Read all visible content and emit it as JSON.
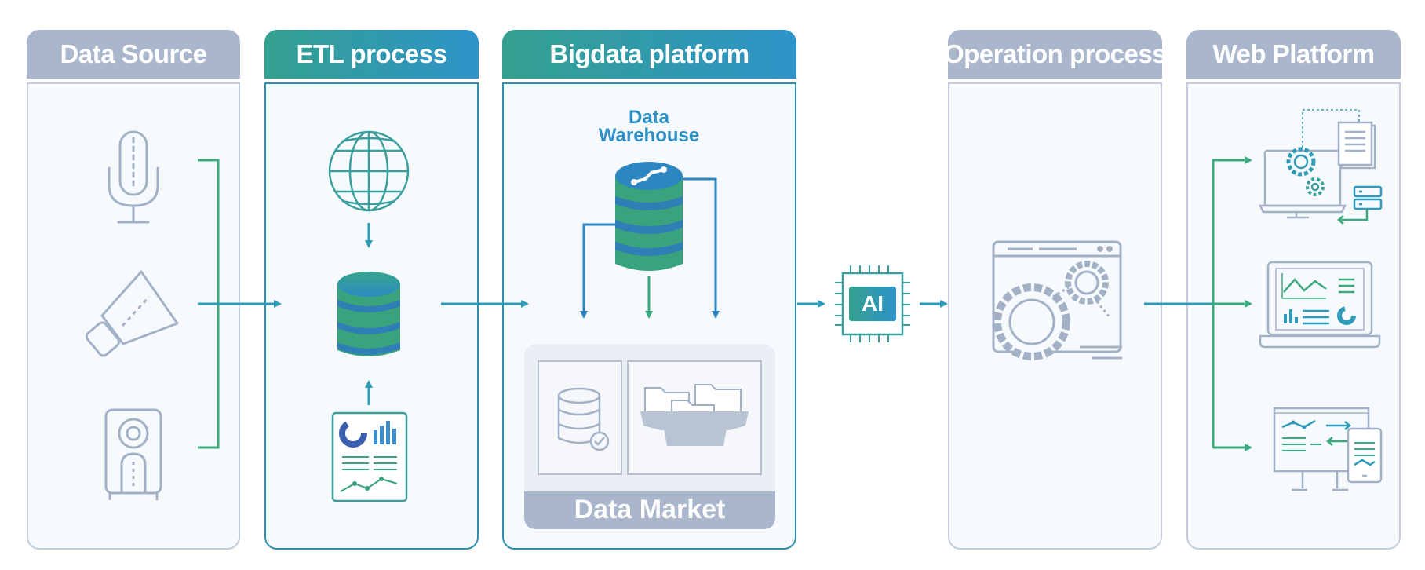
{
  "stages": {
    "data_source": "Data Source",
    "etl": "ETL process",
    "bigdata": "Bigdata platform",
    "operation": "Operation process",
    "web": "Web Platform"
  },
  "bigdata": {
    "warehouse_line1": "Data",
    "warehouse_line2": "Warehouse",
    "market": "Data Market"
  },
  "ai_chip": "AI",
  "colors": {
    "gray_header": "#a9b6cc",
    "gradient_start": "#33a08f",
    "gradient_end": "#2f93c9",
    "icon_gray": "#a3b1c7",
    "arrow_teal": "#2e9bb8",
    "arrow_green": "#3aa97e"
  },
  "icons": {
    "data_source": [
      "microphone-icon",
      "megaphone-icon",
      "speaker-icon"
    ],
    "etl": [
      "globe-icon",
      "database-icon",
      "report-document-icon"
    ],
    "market": [
      "database-check-icon",
      "file-folders-icon"
    ],
    "operation": [
      "browser-gears-icon"
    ],
    "web": [
      "computer-settings-icon",
      "laptop-analytics-icon",
      "multi-device-icon"
    ]
  }
}
